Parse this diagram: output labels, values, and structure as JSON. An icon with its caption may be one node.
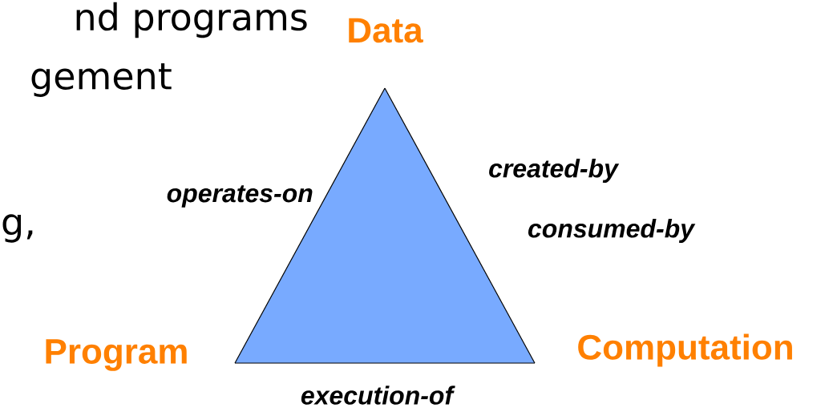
{
  "diagram": {
    "nodes": [
      {
        "text": [
          "Data"
        ]
      },
      {
        "text": [
          "Program"
        ]
      },
      {
        "text": [
          "Computation"
        ]
      }
    ],
    "edges": [
      {
        "from": 1,
        "to": 0,
        "arrow": "none",
        "label": "operates-on"
      },
      {
        "from": 0,
        "to": 2,
        "arrow": "none",
        "label": "created-by"
      },
      {
        "from": 1,
        "to": 2,
        "arrow": "none",
        "label": "execution-of"
      }
    ],
    "labels": [
      "nd programs",
      "gement",
      "consumed-by",
      "g,"
    ]
  }
}
